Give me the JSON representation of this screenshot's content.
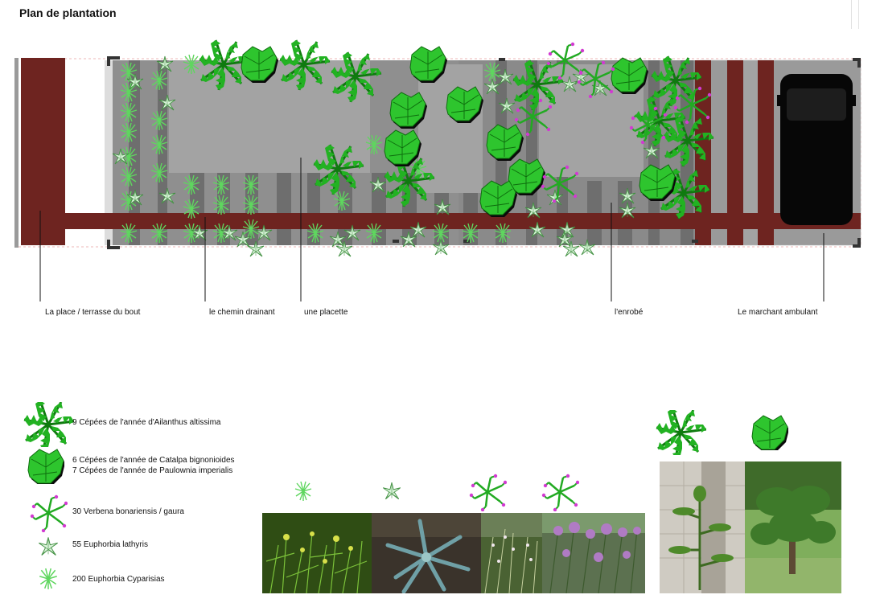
{
  "title": "Plan de plantation",
  "labels": [
    "La place / terrasse du bout",
    "le chemin drainant",
    "une placette",
    "l'enrobé",
    "Le marchant ambulant"
  ],
  "legend": [
    {
      "icon": "ailanthus-fern-icon",
      "text": "9 Cépées de l'année d'Ailanthus altissima"
    },
    {
      "icon": "catalpa-leaf-icon",
      "text": "6 Cépées de l'année de Catalpa bignonioides",
      "text2": "7 Cépées de l'année de Paulownia imperialis"
    },
    {
      "icon": "verbena-icon",
      "text": "30 Verbena bonariensis / gaura"
    },
    {
      "icon": "euphorbia-star-icon",
      "text": "55 Euphorbia lathyris"
    },
    {
      "icon": "euphorbia-tuft-icon",
      "text": "200  Euphorbia Cyparisias"
    }
  ],
  "colors": {
    "path_brown": "#6e2420",
    "paving_grey": "#8e8e8e",
    "dark_stripe": "#6b6b6b",
    "leaf_green": "#2ec52e",
    "leaf_dark": "#118a11",
    "flower_magenta": "#d23ad2"
  }
}
